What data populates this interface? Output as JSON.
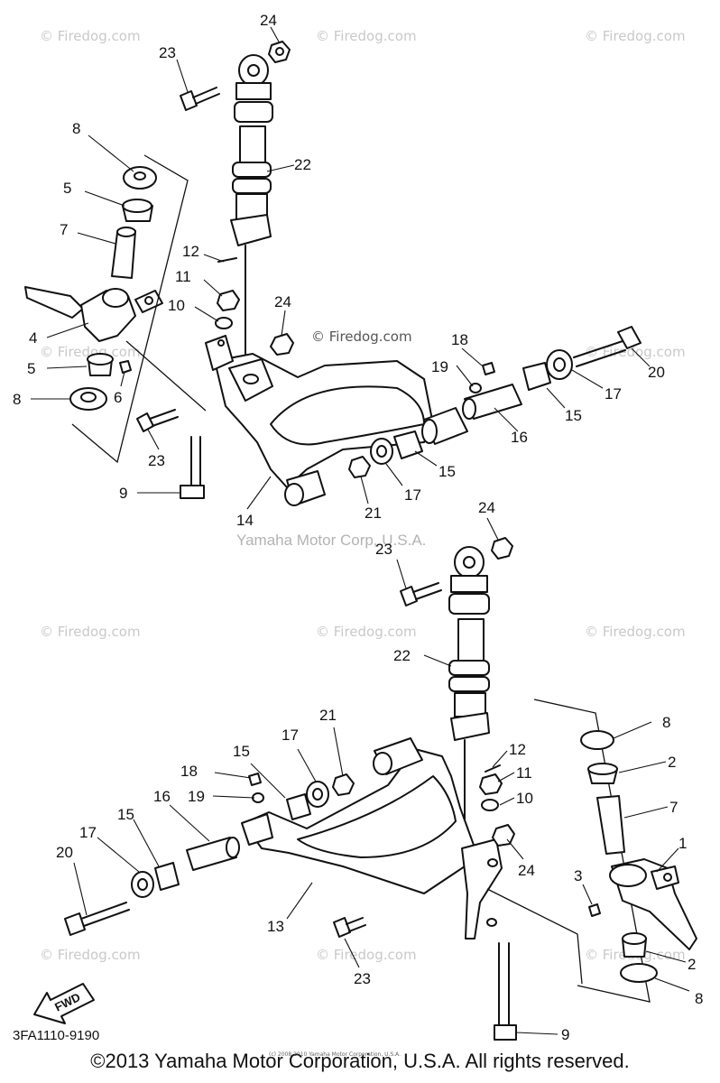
{
  "watermark": "© Firedog.com",
  "watermark_dark": "© Firedog.com",
  "center_mark": "Yamaha Motor Corp, U.S.A.",
  "fwd_label": "FWD",
  "part_code": "3FA1110-9190",
  "copyright": "©2013 Yamaha Motor Corporation, U.S.A. All rights reserved.",
  "tiny_notice": "(c) 2008 2010 Yamaha Motor Corporation, U.S.A.",
  "callouts": {
    "upper": [
      "24",
      "23",
      "8",
      "22",
      "5",
      "7",
      "12",
      "11",
      "10",
      "24",
      "4",
      "18",
      "20",
      "5",
      "19",
      "17",
      "8",
      "6",
      "15",
      "16",
      "23",
      "15",
      "9",
      "21",
      "17",
      "14"
    ],
    "lower": [
      "24",
      "23",
      "22",
      "8",
      "21",
      "17",
      "12",
      "2",
      "15",
      "11",
      "18",
      "10",
      "19",
      "16",
      "7",
      "17",
      "15",
      "24",
      "1",
      "20",
      "3",
      "13",
      "23",
      "2",
      "8",
      "9"
    ]
  }
}
